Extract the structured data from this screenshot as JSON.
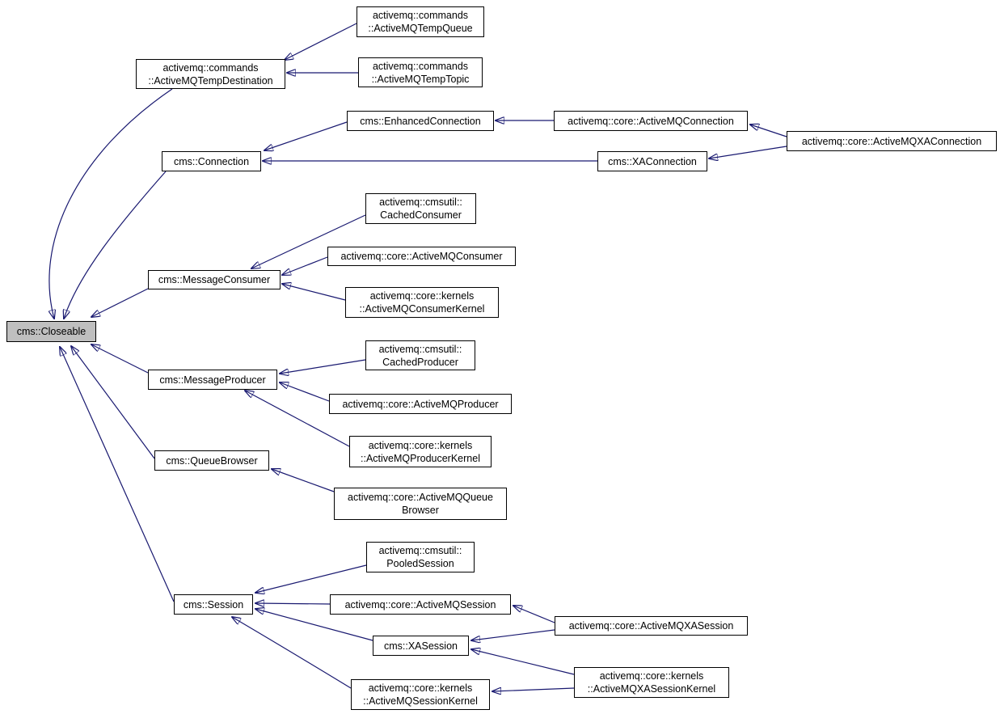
{
  "diagram": {
    "title": "cms::Closeable inheritance graph",
    "type": "class-inheritance-graph",
    "root_node": "closeable",
    "edge_color": "#191970",
    "node_border_color": "#000000",
    "node_fill_color": "#ffffff",
    "root_fill_color": "#bfbfbf",
    "background_color": "#ffffff",
    "nodes": {
      "closeable": {
        "label": "cms::Closeable",
        "highlighted": true
      },
      "tempdest": {
        "label": "activemq::commands\n::ActiveMQTempDestination",
        "highlighted": false
      },
      "tempqueue": {
        "label": "activemq::commands\n::ActiveMQTempQueue",
        "highlighted": false
      },
      "temptopic": {
        "label": "activemq::commands\n::ActiveMQTempTopic",
        "highlighted": false
      },
      "connection": {
        "label": "cms::Connection",
        "highlighted": false
      },
      "enhancedconnection": {
        "label": "cms::EnhancedConnection",
        "highlighted": false
      },
      "amqconnection": {
        "label": "activemq::core::ActiveMQConnection",
        "highlighted": false
      },
      "amqxaconnection": {
        "label": "activemq::core::ActiveMQXAConnection",
        "highlighted": false
      },
      "xaconnection": {
        "label": "cms::XAConnection",
        "highlighted": false
      },
      "messageconsumer": {
        "label": "cms::MessageConsumer",
        "highlighted": false
      },
      "cachedconsumer": {
        "label": "activemq::cmsutil::\nCachedConsumer",
        "highlighted": false
      },
      "amqconsumer": {
        "label": "activemq::core::ActiveMQConsumer",
        "highlighted": false
      },
      "consumerkernel": {
        "label": "activemq::core::kernels\n::ActiveMQConsumerKernel",
        "highlighted": false
      },
      "messageproducer": {
        "label": "cms::MessageProducer",
        "highlighted": false
      },
      "cachedproducer": {
        "label": "activemq::cmsutil::\nCachedProducer",
        "highlighted": false
      },
      "amqproducer": {
        "label": "activemq::core::ActiveMQProducer",
        "highlighted": false
      },
      "producerkernel": {
        "label": "activemq::core::kernels\n::ActiveMQProducerKernel",
        "highlighted": false
      },
      "queuebrowser": {
        "label": "cms::QueueBrowser",
        "highlighted": false
      },
      "amqqueuebrowser": {
        "label": "activemq::core::ActiveMQQueue\nBrowser",
        "highlighted": false
      },
      "pooledsession": {
        "label": "activemq::cmsutil::\nPooledSession",
        "highlighted": false
      },
      "session": {
        "label": "cms::Session",
        "highlighted": false
      },
      "amqsession": {
        "label": "activemq::core::ActiveMQSession",
        "highlighted": false
      },
      "xasession": {
        "label": "cms::XASession",
        "highlighted": false
      },
      "sessionkernel": {
        "label": "activemq::core::kernels\n::ActiveMQSessionKernel",
        "highlighted": false
      },
      "amqxasession": {
        "label": "activemq::core::ActiveMQXASession",
        "highlighted": false
      },
      "xasessionkernel": {
        "label": "activemq::core::kernels\n::ActiveMQXASessionKernel",
        "highlighted": false
      }
    },
    "edges": [
      {
        "from": "tempqueue",
        "to": "tempdest"
      },
      {
        "from": "temptopic",
        "to": "tempdest"
      },
      {
        "from": "tempdest",
        "to": "closeable"
      },
      {
        "from": "enhancedconnection",
        "to": "connection"
      },
      {
        "from": "xaconnection",
        "to": "connection"
      },
      {
        "from": "amqconnection",
        "to": "enhancedconnection"
      },
      {
        "from": "amqxaconnection",
        "to": "amqconnection"
      },
      {
        "from": "amqxaconnection",
        "to": "xaconnection"
      },
      {
        "from": "connection",
        "to": "closeable"
      },
      {
        "from": "cachedconsumer",
        "to": "messageconsumer"
      },
      {
        "from": "amqconsumer",
        "to": "messageconsumer"
      },
      {
        "from": "consumerkernel",
        "to": "messageconsumer"
      },
      {
        "from": "messageconsumer",
        "to": "closeable"
      },
      {
        "from": "cachedproducer",
        "to": "messageproducer"
      },
      {
        "from": "amqproducer",
        "to": "messageproducer"
      },
      {
        "from": "producerkernel",
        "to": "messageproducer"
      },
      {
        "from": "messageproducer",
        "to": "closeable"
      },
      {
        "from": "queuebrowser",
        "to": "closeable"
      },
      {
        "from": "amqqueuebrowser",
        "to": "queuebrowser"
      },
      {
        "from": "session",
        "to": "closeable"
      },
      {
        "from": "pooledsession",
        "to": "session"
      },
      {
        "from": "amqsession",
        "to": "session"
      },
      {
        "from": "xasession",
        "to": "session"
      },
      {
        "from": "sessionkernel",
        "to": "session"
      },
      {
        "from": "amqxasession",
        "to": "amqsession"
      },
      {
        "from": "amqxasession",
        "to": "xasession"
      },
      {
        "from": "xasessionkernel",
        "to": "xasession"
      },
      {
        "from": "xasessionkernel",
        "to": "sessionkernel"
      }
    ]
  }
}
